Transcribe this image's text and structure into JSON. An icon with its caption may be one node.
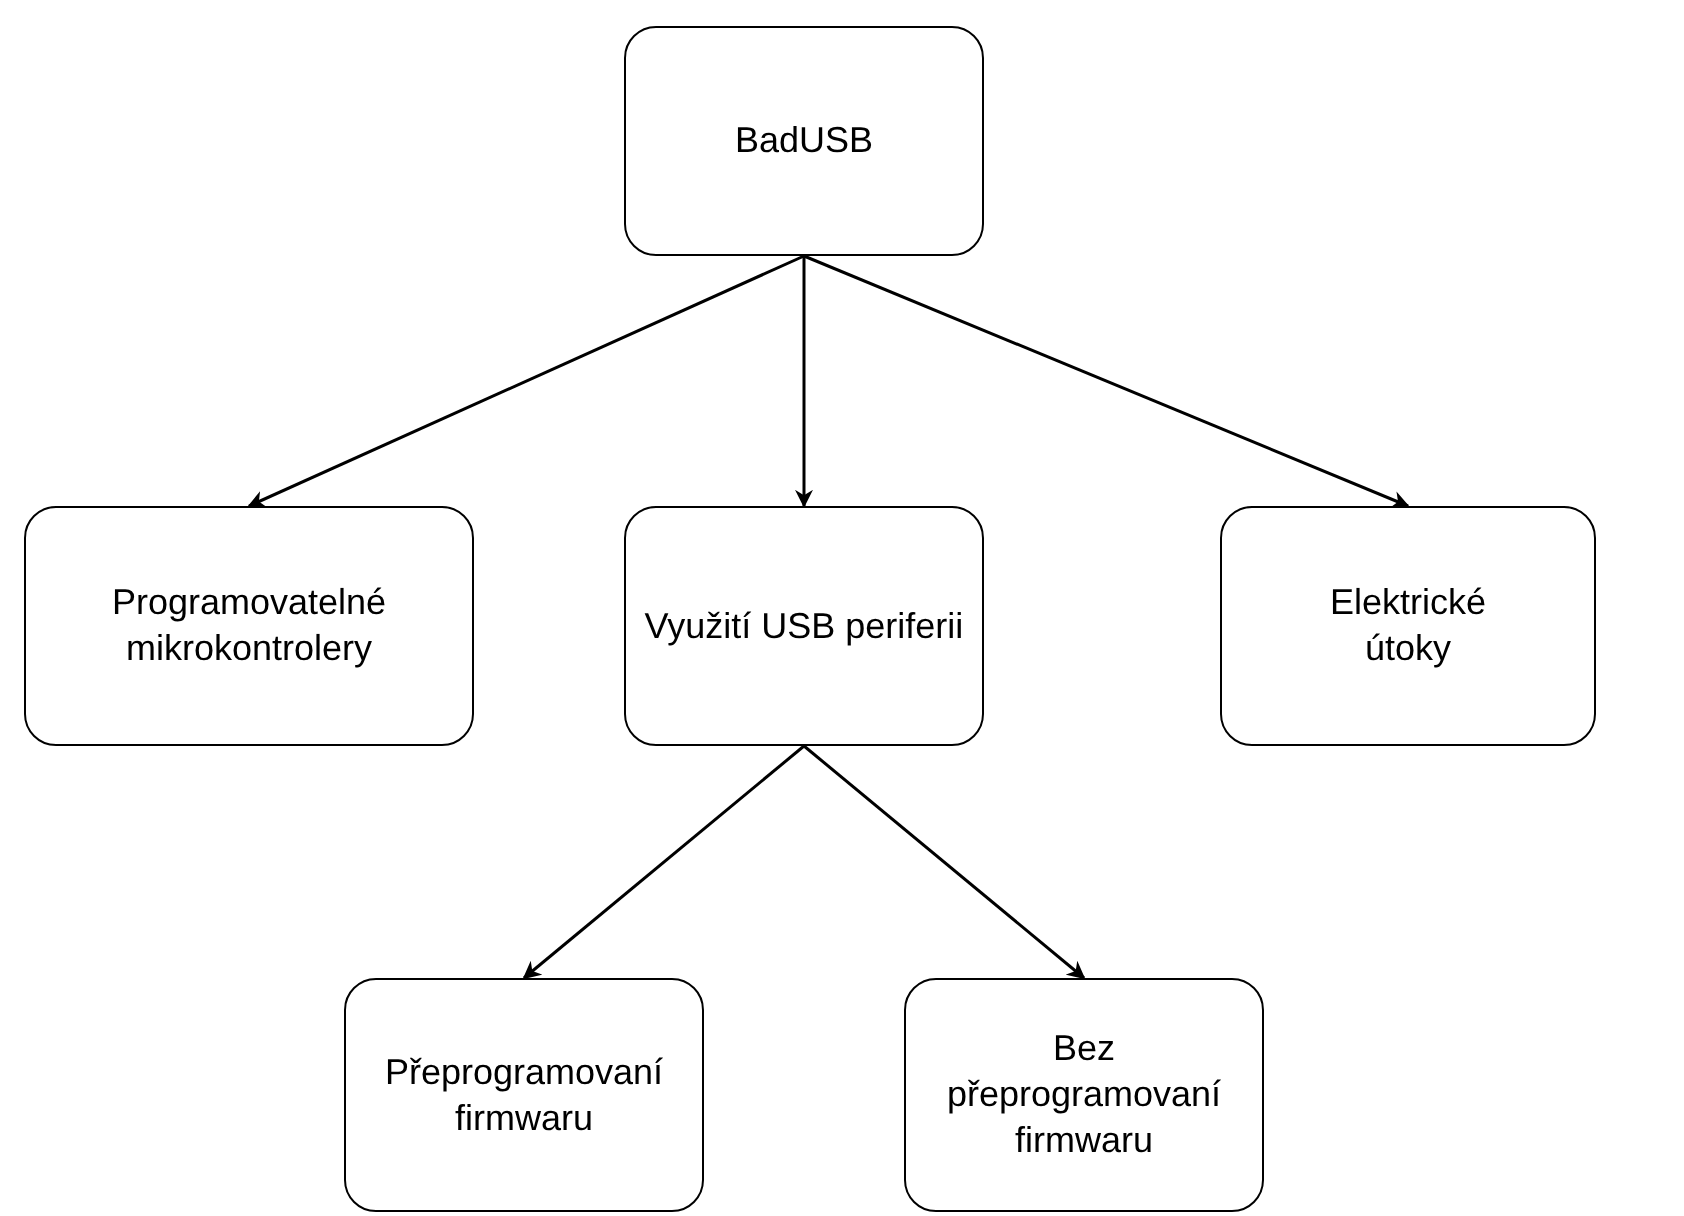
{
  "diagram": {
    "nodes": [
      {
        "text": [
          "BadUSB"
        ]
      },
      {
        "text": [
          "Programovatelné mikrokontrolery"
        ]
      },
      {
        "text": [
          "Využití USB periferii"
        ]
      },
      {
        "text": [
          "Elektrické útoky"
        ]
      },
      {
        "text": [
          "Přeprogramovaní firmwaru"
        ]
      },
      {
        "text": [
          "Bez přeprogramovaní firmwaru"
        ]
      }
    ],
    "edges": [
      {
        "from": 0,
        "to": 1,
        "arrow": "to"
      },
      {
        "from": 0,
        "to": 2,
        "arrow": "to"
      },
      {
        "from": 0,
        "to": 3,
        "arrow": "to"
      },
      {
        "from": 2,
        "to": 4,
        "arrow": "to"
      },
      {
        "from": 2,
        "to": 5,
        "arrow": "to"
      }
    ]
  }
}
